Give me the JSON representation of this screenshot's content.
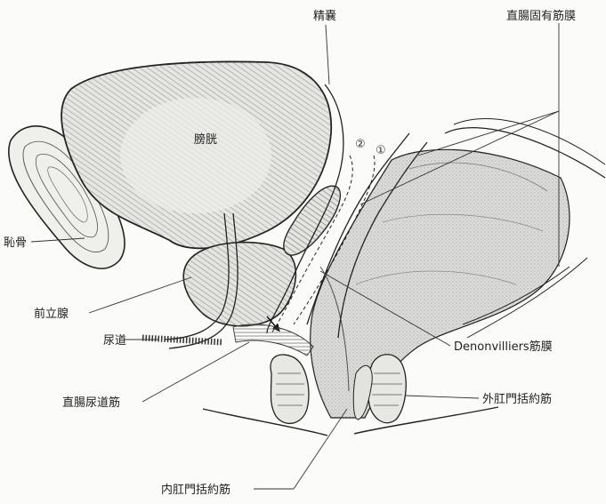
{
  "labels": {
    "seminal_vesicle": "精嚢",
    "rectal_fascia": "直腸固有筋膜",
    "bladder": "膀胱",
    "pubis": "恥骨",
    "prostate": "前立腺",
    "urethra": "尿道",
    "denonvilliers": "Denonvilliers筋膜",
    "rectourethralis": "直腸尿道筋",
    "external_sphincter": "外肛門括約筋",
    "internal_sphincter": "内肛門括約筋"
  },
  "markers": {
    "plane_2": "②",
    "plane_1": "①"
  },
  "colors": {
    "line": "#222222",
    "hatch": "#555555",
    "rectum_fill": "#d9d9d7",
    "background": "#fbfbf9"
  }
}
